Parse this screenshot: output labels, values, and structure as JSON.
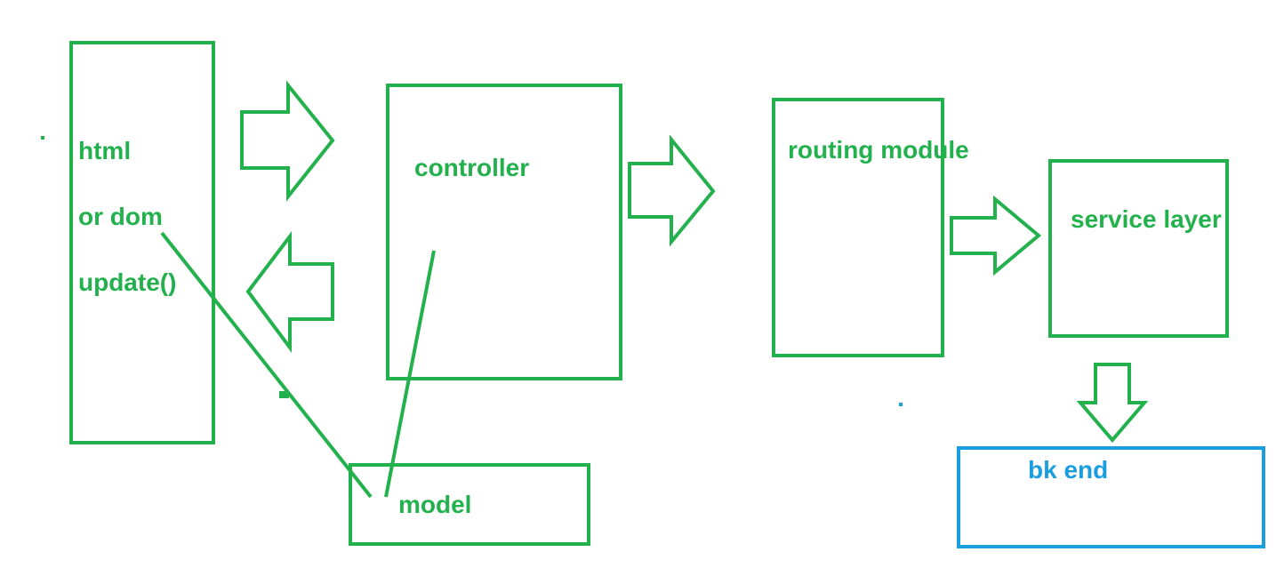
{
  "colors": {
    "green": "#22b14c",
    "blue": "#1a9ee0",
    "background": "#ffffff"
  },
  "labels": {
    "html": "html",
    "or_dom": "or dom",
    "update": "update()",
    "controller": "controller",
    "routing_module": "routing module",
    "service_layer": "service layer",
    "model": "model",
    "bk_end": "bk end"
  }
}
